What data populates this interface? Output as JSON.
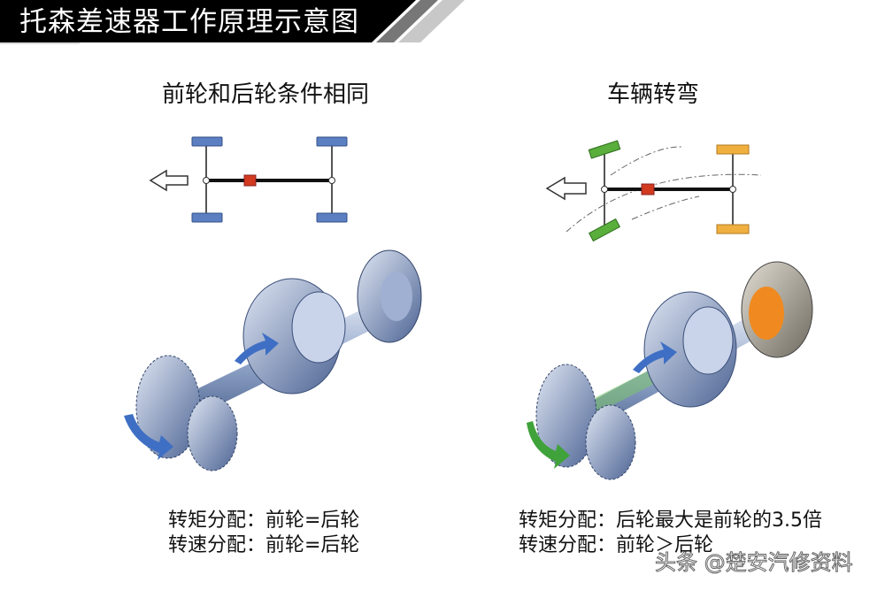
{
  "header": {
    "title": "托森差速器工作原理示意图"
  },
  "left_panel": {
    "subtitle": "前轮和后轮条件相同",
    "caption_torque": "转矩分配：前轮=后轮",
    "caption_speed": "转速分配：前轮=后轮"
  },
  "right_panel": {
    "subtitle": "车辆转弯",
    "caption_torque": "转矩分配：后轮最大是前轮的3.5倍",
    "caption_speed": "转速分配：前轮＞后轮"
  },
  "watermark": {
    "text": "头条 @楚安汽修资料"
  },
  "colors": {
    "blue_wheel": "#5b7fc0",
    "green_wheel": "#5aae3c",
    "orange_wheel": "#f0b040",
    "diff_red": "#d23a20",
    "header_bg": "#000000"
  }
}
